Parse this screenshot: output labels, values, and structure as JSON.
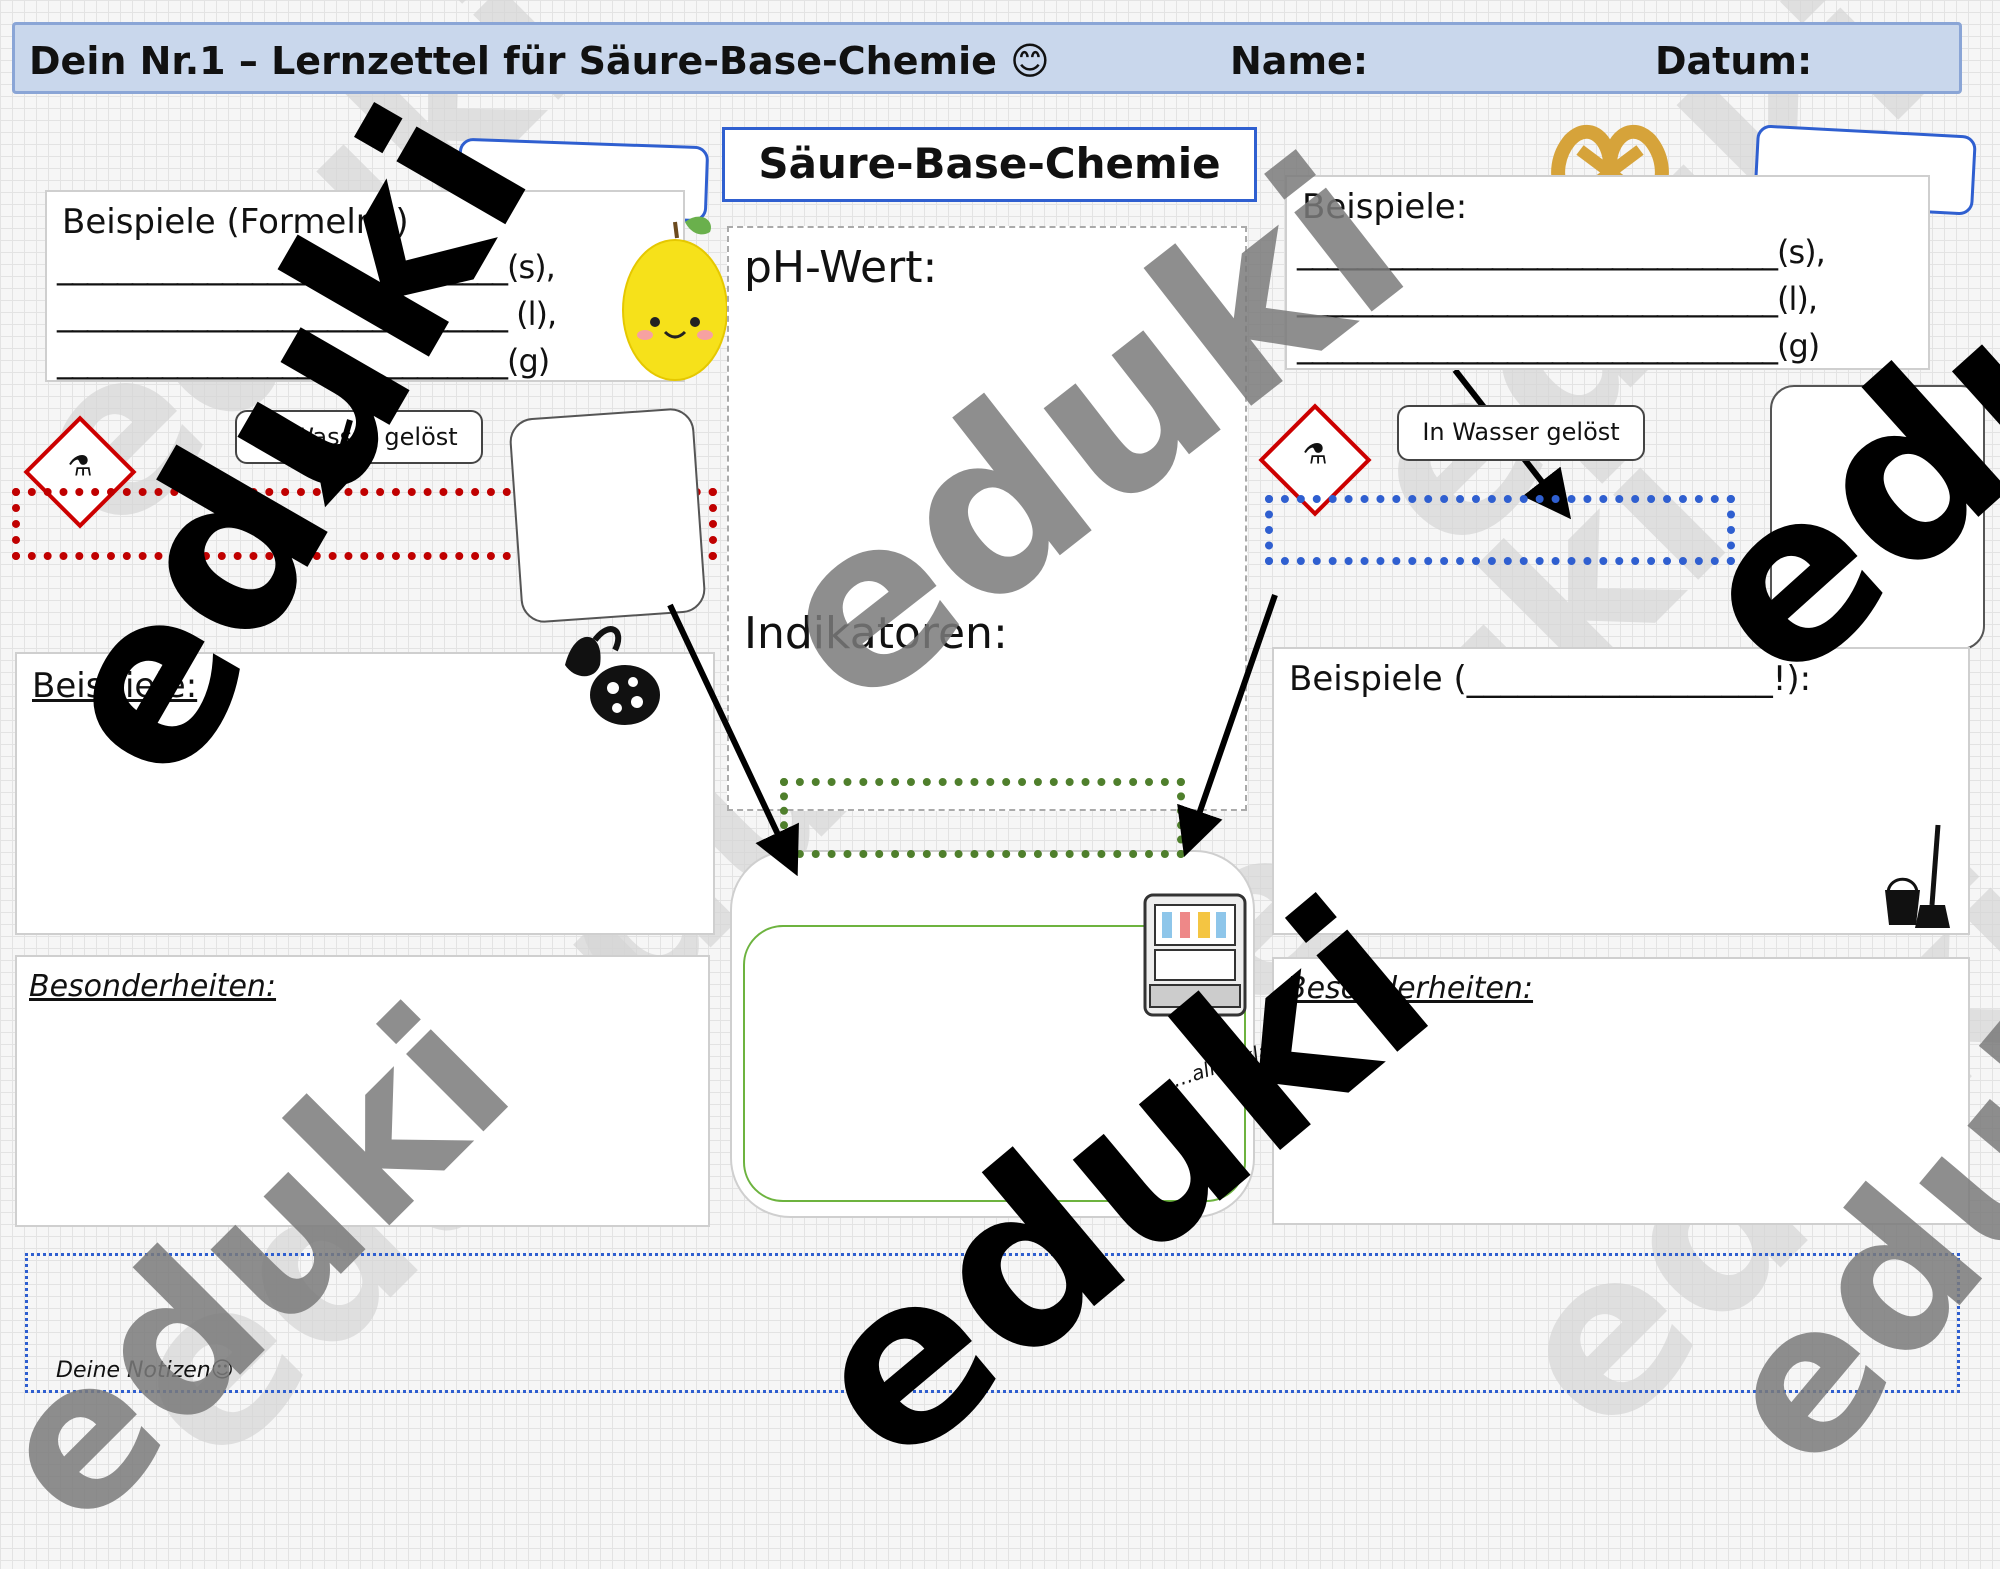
{
  "header": {
    "title": "Dein Nr.1 – Lernzettel für Säure-Base-Chemie 😊",
    "name_label": "Name:",
    "date_label": "Datum:"
  },
  "center": {
    "title": "Säure-Base-Chemie",
    "ph_label": "pH-Wert:",
    "indicator_label": "Indikatoren:",
    "note": "…alles klar?"
  },
  "left": {
    "examples_title": "Beispiele (Formeln?)",
    "line_s": "______________________________(s),",
    "line_l": "______________________________ (l),",
    "line_g": "______________________________(g)",
    "dissolved_tag": "In Wasser gelöst",
    "examples2": "Beispiele:",
    "special": "Besonderheiten:"
  },
  "right": {
    "examples_title": "Beispiele:",
    "line_s": "________________________________(s),",
    "line_l": "________________________________(l),",
    "line_g": "________________________________(g)",
    "dissolved_tag": "In Wasser gelöst",
    "examples2": "Beispiele (__________________!):",
    "special": "Besonderheiten:"
  },
  "footer": {
    "notes": "Deine Notizen☺"
  },
  "watermark": {
    "text": "eduki"
  },
  "icons": {
    "lemon": "lemon-icon",
    "pretzel": "pretzel-icon",
    "hazard_left": "corrosive-hazard-icon",
    "hazard_right": "corrosive-hazard-icon",
    "beetle": "acid-beetle-icon",
    "bucket": "bucket-mop-icon",
    "dishwasher": "dishwasher-icon"
  }
}
